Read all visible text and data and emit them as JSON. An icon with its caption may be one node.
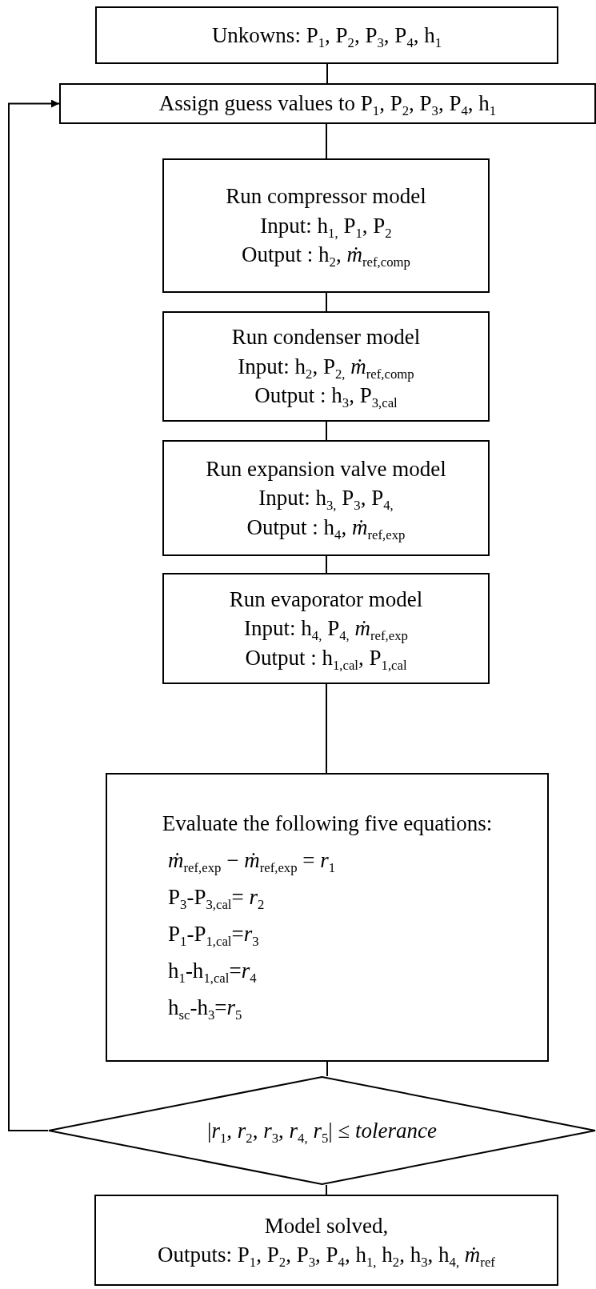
{
  "diagram": {
    "nodes": [
      {
        "text": [
          "Unkowns: P$_{1}$, P$_{2}$, P$_{3}$, P$_{4}$, h$_{1}$"
        ]
      },
      {
        "text": [
          "Assign guess values to P$_{1}$, P$_{2}$, P$_{3}$, P$_{4}$, h$_{1}$"
        ]
      },
      {
        "text": [
          "Run compressor model",
          "Input: h$_{1,}$ P$_{1}$, P$_{2}$",
          "Output : h$_{2}$, *ṁ*$_{ref,comp}$"
        ]
      },
      {
        "text": [
          "Run condenser model",
          "Input: h$_{2}$, P$_{2,}$ *ṁ*$_{ref,comp}$",
          "Output : h$_{3}$, P$_{3,cal}$"
        ]
      },
      {
        "text": [
          "Run expansion valve model",
          "Input: h$_{3,}$ P$_{3}$, P$_{4,}$",
          "Output : h$_{4}$, *ṁ*$_{ref,exp}$"
        ]
      },
      {
        "text": [
          "Run evaporator model",
          "Input: h$_{4,}$ P$_{4,}$ *ṁ*$_{ref,exp}$",
          "Output : h$_{1,cal}$, P$_{1,cal}$"
        ]
      },
      {
        "text": [
          "Evaluate the following five equations:",
          "*ṁ*$_{ref,exp}$ − *ṁ*$_{ref,exp}$ = *r*$_{1}$",
          "P$_{3}$-P$_{3,cal}$= *r*$_{2}$",
          "P$_{1}$-P$_{1,cal}$=*r*$_{3}$",
          "h$_{1}$-h$_{1,cal}$=*r*$_{4}$",
          "h$_{sc}$-h$_{3}$=*r*$_{5}$"
        ]
      },
      {
        "text": [
          "|*r*$_{1}$, *r*$_{2}$, *r*$_{3}$, *r*$_{4,}$ *r*$_{5}$| ≤ *tolerance*"
        ]
      },
      {
        "text": [
          "Model solved,",
          "Outputs: P$_{1}$, P$_{2}$, P$_{3}$, P$_{4}$, h$_{1,}$ h$_{2}$, h$_{3}$, h$_{4,}$ *ṁ*$_{ref}$"
        ]
      }
    ],
    "edges": [
      {
        "from": 0,
        "to": 1,
        "arrow": "none"
      },
      {
        "from": 1,
        "to": 2,
        "arrow": "none"
      },
      {
        "from": 2,
        "to": 3,
        "arrow": "none"
      },
      {
        "from": 3,
        "to": 4,
        "arrow": "none"
      },
      {
        "from": 4,
        "to": 5,
        "arrow": "none"
      },
      {
        "from": 5,
        "to": 6,
        "arrow": "none"
      },
      {
        "from": 6,
        "to": 7,
        "arrow": "none"
      },
      {
        "from": 7,
        "to": 8,
        "arrow": "none"
      },
      {
        "from": 7,
        "to": 1,
        "arrow": "to"
      }
    ]
  }
}
